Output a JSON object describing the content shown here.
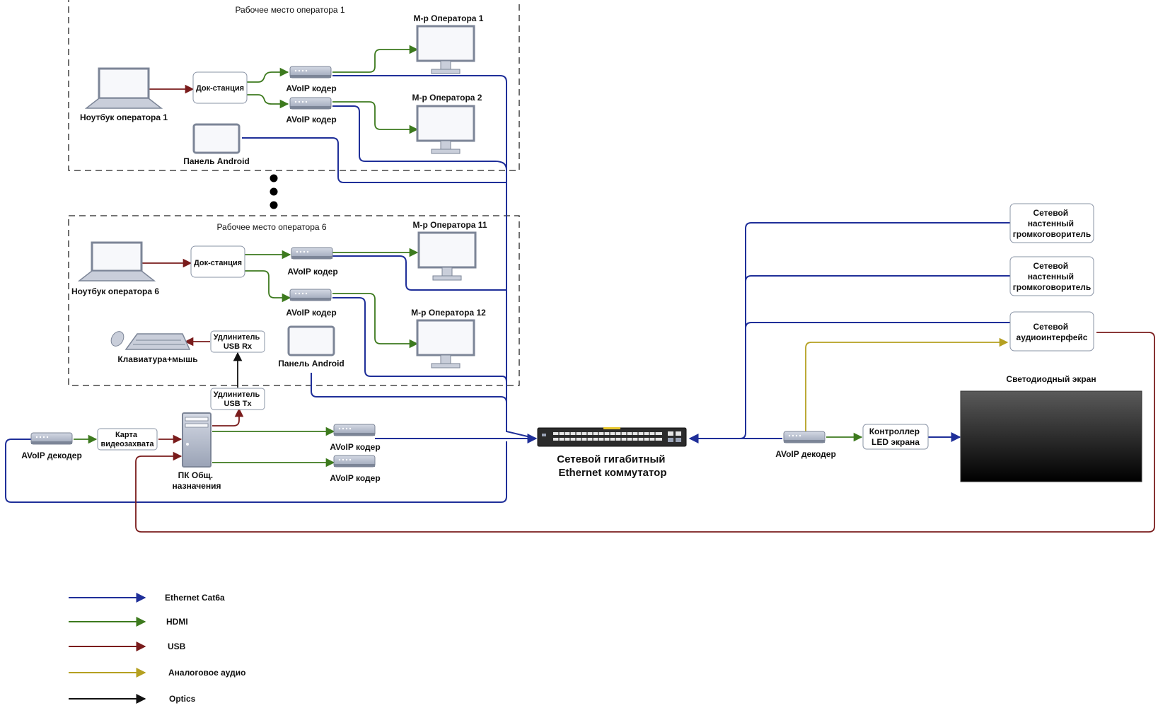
{
  "zones": {
    "ws1_title": "Рабочее место оператора 1",
    "ws6_title": "Рабочее место оператора 6"
  },
  "labels": {
    "mon1": "М-р Оператора 1",
    "mon2": "М-р Оператора 2",
    "mon11": "М-р Оператора 11",
    "mon12": "М-р Оператора 12",
    "laptop1": "Ноутбук оператора 1",
    "laptop6": "Ноутбук оператора 6",
    "dock": "Док-станция",
    "avoip_encoder": "AVoIP кодер",
    "avoip_decoder": "AVoIP декодер",
    "panel_android": "Панель Android",
    "kbm": "Клавиатура+мышь",
    "usb_rx": [
      "Удлинитель",
      "USB Rx"
    ],
    "usb_tx": [
      "Удлинитель",
      "USB Tx"
    ],
    "capture_card": [
      "Карта",
      "видеозахвата"
    ],
    "pc": [
      "ПК Общ.",
      "назначения"
    ],
    "switch": [
      "Сетевой гигабитный",
      "Ethernet коммутатор"
    ],
    "led_controller": [
      "Контроллер",
      "LED экрана"
    ],
    "led_screen": "Светодиодный экран",
    "speaker": [
      "Сетевой",
      "настенный",
      "громкоговоритель"
    ],
    "audio_iface": [
      "Сетевой",
      "аудиоинтерфейс"
    ]
  },
  "legend": [
    {
      "label": "Ethernet Cat6a",
      "color": "#1f2f99"
    },
    {
      "label": "HDMI",
      "color": "#3d7a1e"
    },
    {
      "label": "USB",
      "color": "#7a1c1c"
    },
    {
      "label": "Аналоговое аудио",
      "color": "#b5a021"
    },
    {
      "label": "Optics",
      "color": "#111111"
    }
  ],
  "colors": {
    "ethernet": "#1f2f99",
    "hdmi": "#3d7a1e",
    "usb": "#7a1c1c",
    "audio": "#b5a021",
    "optics": "#111111"
  }
}
